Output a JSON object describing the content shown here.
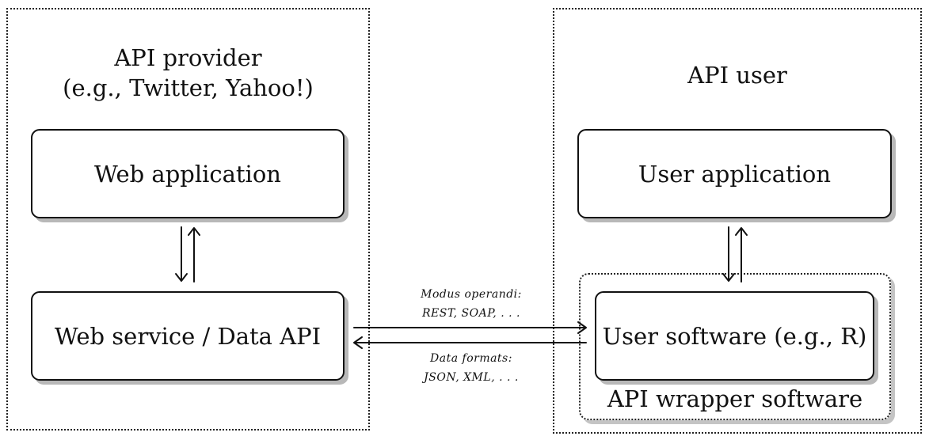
{
  "provider": {
    "title": "API provider",
    "subtitle": "(e.g., Twitter, Yahoo!)",
    "top_box": "Web application",
    "bottom_box": "Web service / Data API"
  },
  "user": {
    "title": "API user",
    "top_box": "User application",
    "bottom_box": "User software (e.g., R)",
    "wrapper_label": "API wrapper software"
  },
  "connection": {
    "modus_heading": "Modus operandi:",
    "modus_values": "REST, SOAP, . . .",
    "formats_heading": "Data formats:",
    "formats_values": "JSON, XML, . . ."
  }
}
